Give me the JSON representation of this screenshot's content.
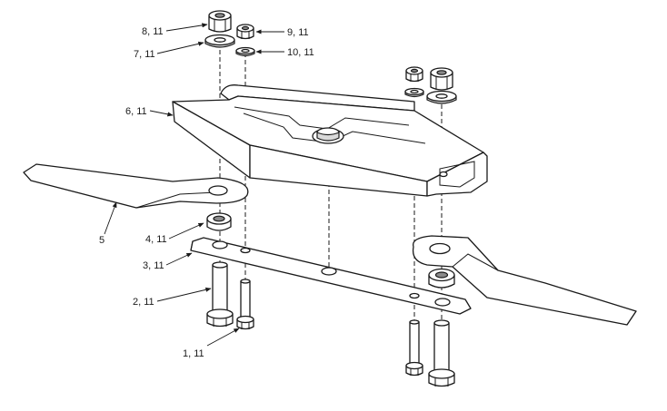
{
  "callouts": [
    {
      "id": "c-8-11",
      "text": "8, 11"
    },
    {
      "id": "c-7-11",
      "text": "7, 11"
    },
    {
      "id": "c-9-11",
      "text": "9, 11"
    },
    {
      "id": "c-10-11",
      "text": "10, 11"
    },
    {
      "id": "c-6-11",
      "text": "6, 11"
    },
    {
      "id": "c-5",
      "text": "5"
    },
    {
      "id": "c-4-11",
      "text": "4, 11"
    },
    {
      "id": "c-3-11",
      "text": "3, 11"
    },
    {
      "id": "c-2-11",
      "text": "2, 11"
    },
    {
      "id": "c-1-11",
      "text": "1, 11"
    }
  ]
}
